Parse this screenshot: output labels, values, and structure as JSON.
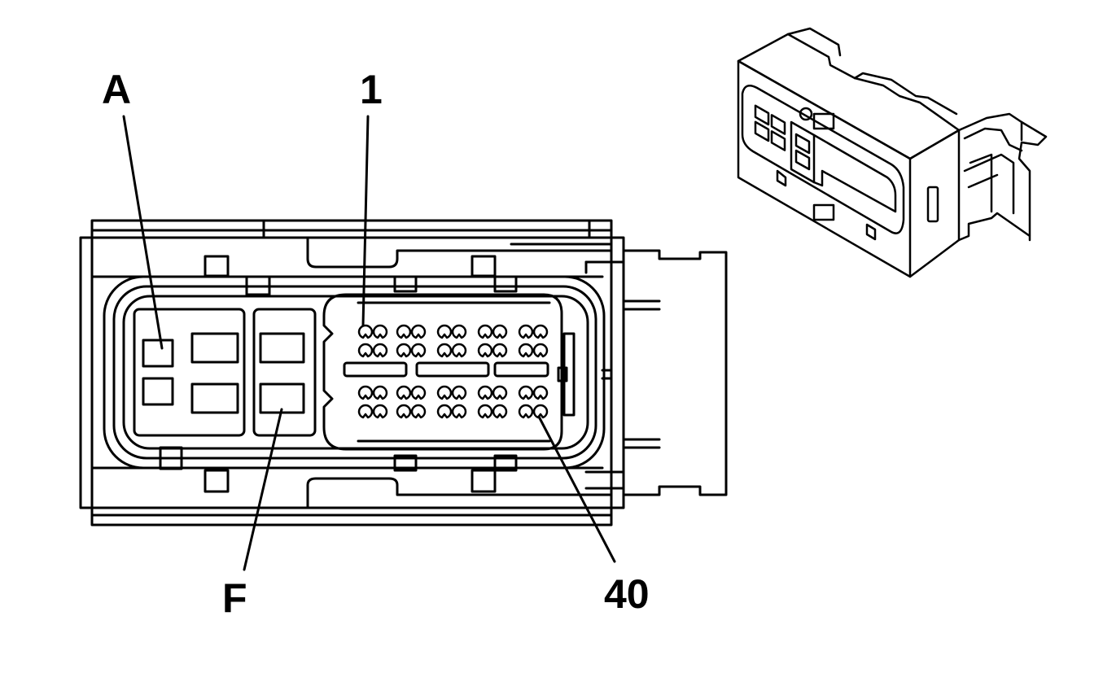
{
  "labels": {
    "cavity_a": "A",
    "cavity_f": "F",
    "pin_first": "1",
    "pin_last": "40"
  },
  "colors": {
    "line": "#000000",
    "background": "#ffffff"
  }
}
